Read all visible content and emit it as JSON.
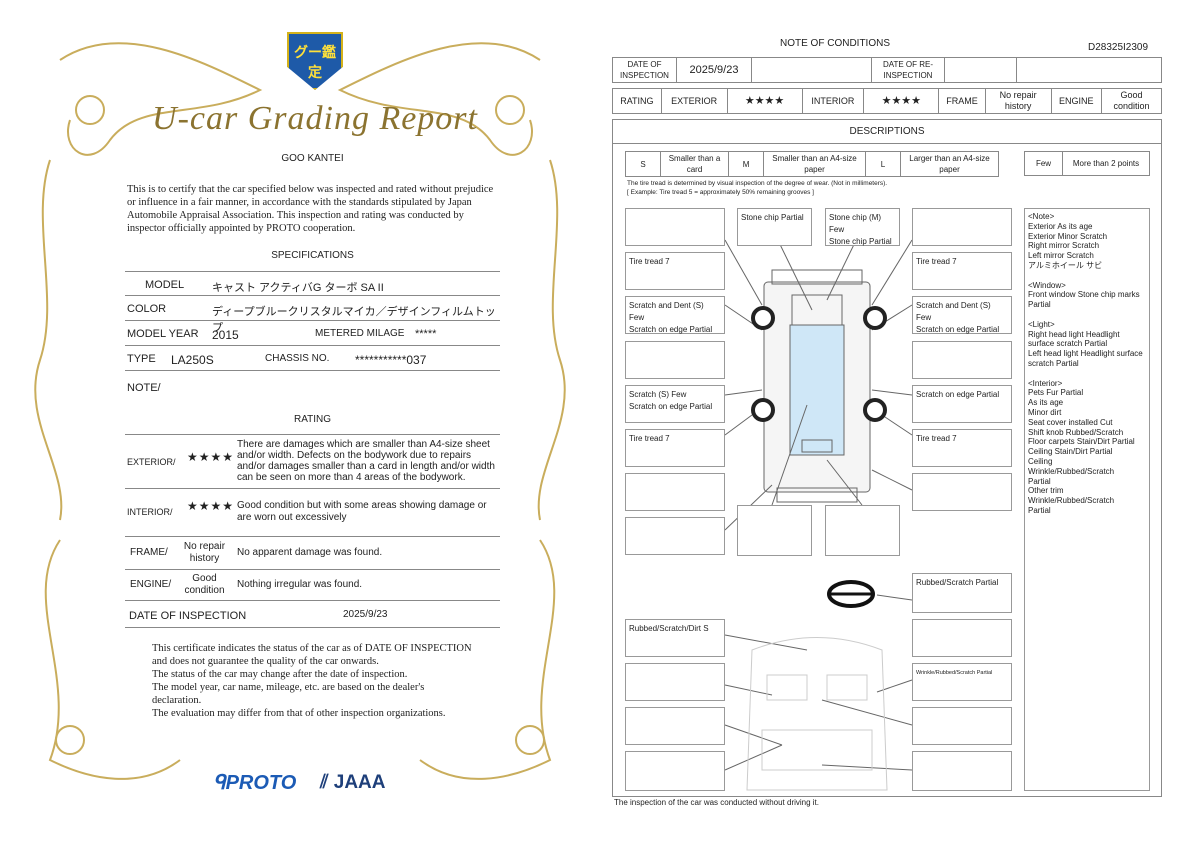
{
  "certificate": {
    "badge_text": "グー鑑定",
    "title": "U-car Grading Report",
    "subtitle": "GOO KANTEI",
    "intro": "This is to certify that the car specified below was inspected and rated without prejudice or influence in a fair manner, in accordance with the standards stipulated by Japan Automobile Appraisal Association. This inspection and rating was conducted by inspector officially appointed by PROTO cooperation.",
    "spec_heading": "SPECIFICATIONS",
    "model_label": "MODEL",
    "model": "キャスト アクティバG ターボ SA II",
    "color_label": "COLOR",
    "color": "ディープブルークリスタルマイカ／デザインフィルムトップ",
    "year_label": "MODEL YEAR",
    "year": "2015",
    "milage_label": "METERED MILAGE",
    "milage": "*****",
    "type_label": "TYPE",
    "type": "LA250S",
    "chassis_label": "CHASSIS NO.",
    "chassis": "***********037",
    "note_label": "NOTE/",
    "rating_heading": "RATING",
    "exterior_label": "EXTERIOR/",
    "exterior_stars": "★★★★",
    "exterior_desc": "There are damages which are smaller than A4-size sheet and/or width. Defects on the bodywork due to repairs and/or damages smaller than a card in length and/or width can be seen on more than 4 areas of the bodywork.",
    "interior_label": "INTERIOR/",
    "interior_stars": "★★★★",
    "interior_desc": "Good condition but with some areas showing damage or are worn out excessively",
    "frame_label": "FRAME/",
    "frame_value": "No repair history",
    "frame_desc": "No apparent damage was found.",
    "engine_label": "ENGINE/",
    "engine_value": "Good condition",
    "engine_desc": "Nothing irregular was found.",
    "date_label": "DATE OF INSPECTION",
    "date": "2025/9/23",
    "footer": "This certificate indicates the status of the car as of DATE OF INSPECTION and does not guarantee the quality of the car onwards.\nThe status of the car may change after the date of inspection.\nThe model year, car name, mileage, etc. are based on the dealer's declaration.\nThe evaluation may differ from that of other inspection organizations.",
    "logo_proto": "PROTO",
    "logo_jaaa": "JAAA"
  },
  "conditions": {
    "title": "NOTE OF CONDITIONS",
    "doc_id": "D28325I2309",
    "date_label": "DATE OF INSPECTION",
    "date": "2025/9/23",
    "reinspection_label": "DATE OF RE-INSPECTION",
    "rating_label": "RATING",
    "exterior_label": "EXTERIOR",
    "exterior_stars": "★★★★",
    "interior_label": "INTERIOR",
    "interior_stars": "★★★★",
    "frame_label": "FRAME",
    "frame_value": "No repair history",
    "engine_label": "ENGINE",
    "engine_value": "Good condition",
    "descriptions_heading": "DESCRIPTIONS",
    "legend": {
      "s": "S",
      "s_desc": "Smaller than a card",
      "m": "M",
      "m_desc": "Smaller than an A4-size paper",
      "l": "L",
      "l_desc": "Larger than an A4-size paper",
      "few": "Few",
      "few_desc": "More than 2 points"
    },
    "tire_note1": "The tire tread is determined by visual inspection of the degree of wear. (Not in millimeters).",
    "tire_note2": "[ Example: Tire tread 5 = approximately 50% remaining grooves ]",
    "boxes": {
      "top_mid_left": "Stone chip Partial",
      "top_mid_right": "Stone chip (M) Few\nStone chip Partial",
      "left_tire_front": "Tire tread 7",
      "left_side_front": "Scratch and Dent (S) Few\nScratch on edge Partial",
      "left_side_rear": "Scratch (S) Few\nScratch on edge Partial",
      "left_tire_rear": "Tire tread 7",
      "right_tire_front": "Tire tread 7",
      "right_side_front": "Scratch and Dent (S) Few\nScratch on edge Partial",
      "right_side_rear": "Scratch on edge Partial",
      "right_tire_rear": "Tire tread 7",
      "steering": "Rubbed/Scratch Partial",
      "interior_left": "Rubbed/Scratch/Dirt S",
      "interior_right": "Wrinkle/Rubbed/Scratch Partial"
    },
    "notes": "<Note>\nExterior As its age\nExterior Minor Scratch\nRight mirror Scratch\nLeft mirror Scratch\nアルミホイール サビ\n\n<Window>\nFront window Stone chip marks Partial\n\n<Light>\nRight head light Headlight surface scratch  Partial\nLeft head light Headlight surface scratch  Partial\n\n<Interior>\nPets Fur Partial\nAs its age\nMinor dirt\nSeat cover installed Cut\nShift knob Rubbed/Scratch\nFloor carpets Stain/Dirt Partial\nCeiling Stain/Dirt Partial\nCeiling\nWrinkle/Rubbed/Scratch\nPartial\nOther trim\nWrinkle/Rubbed/Scratch\nPartial",
    "footer": "The inspection of the car was conducted without driving it."
  },
  "colors": {
    "gold": "#b89a45",
    "proto_blue": "#1c5bb5"
  }
}
